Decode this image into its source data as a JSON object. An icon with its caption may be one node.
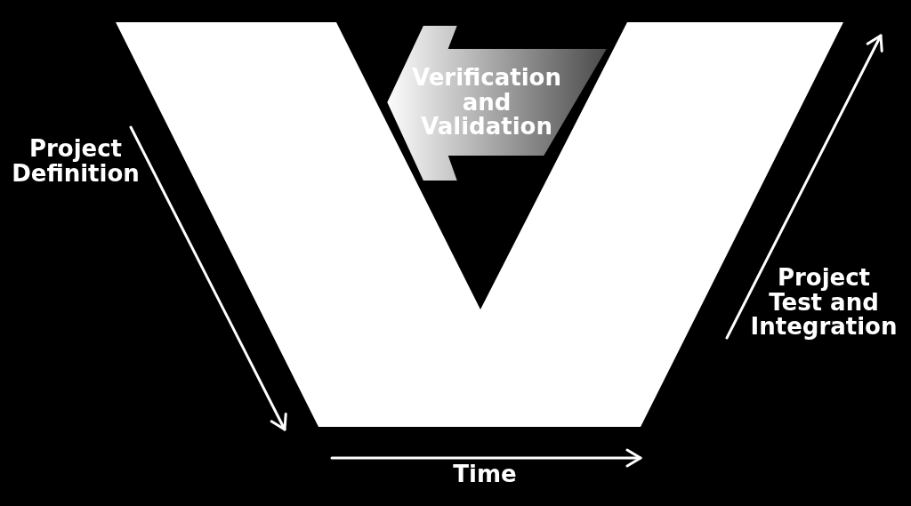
{
  "diagram": {
    "nodes": [
      {
        "text": [
          "Verification and Validation"
        ]
      }
    ],
    "labels": [
      "Project Definition",
      "Project Test and Integration",
      "Time"
    ]
  }
}
